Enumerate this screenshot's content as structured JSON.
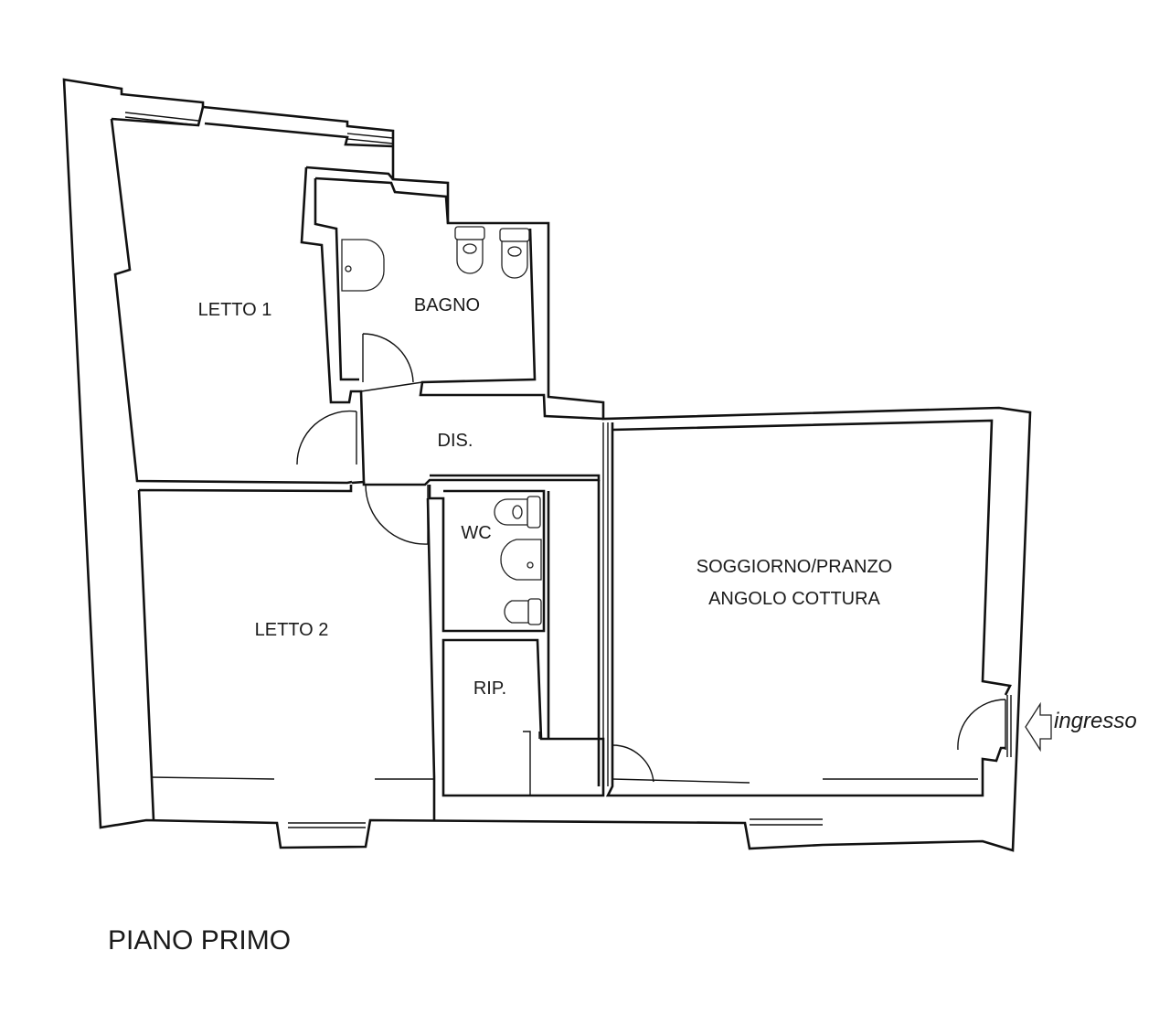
{
  "plan": {
    "title": "PIANO PRIMO",
    "entrance_label": "ingresso",
    "rooms": {
      "letto1": "LETTO 1",
      "bagno": "BAGNO",
      "dis": "DIS.",
      "letto2": "LETTO 2",
      "wc": "WC",
      "rip": "RIP.",
      "soggiorno_line1": "SOGGIORNO/PRANZO",
      "soggiorno_line2": "ANGOLO COTTURA"
    }
  }
}
